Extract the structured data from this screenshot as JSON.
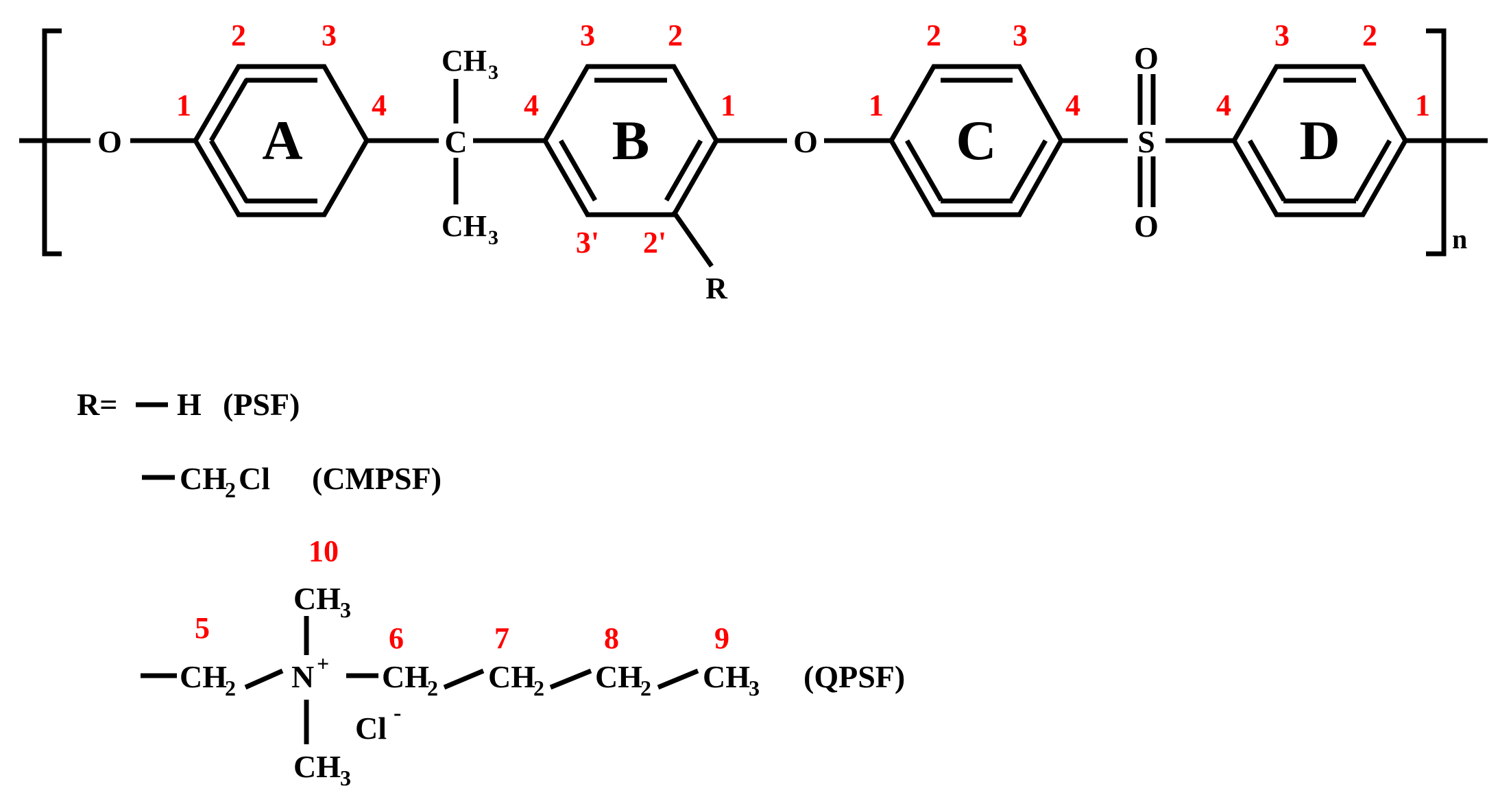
{
  "colors": {
    "bond": "#000000",
    "atom_text": "#000000",
    "position_number": "#ff0000",
    "background": "#ffffff"
  },
  "repeat_unit": {
    "subscript_n": "n",
    "rings": {
      "A": "A",
      "B": "B",
      "C": "C",
      "D": "D"
    },
    "atoms": {
      "o_left": "O",
      "c_quaternary": "C",
      "ch3_top": "CH",
      "ch3_top_sub": "3",
      "ch3_bottom": "CH",
      "ch3_bottom_sub": "3",
      "o_bridge": "O",
      "s_sulfonyl": "S",
      "o_sulfonyl_top": "O",
      "o_sulfonyl_bottom": "O",
      "r_substituent": "R"
    },
    "positions": {
      "a1": "1",
      "a2": "2",
      "a3": "3",
      "a4": "4",
      "b4": "4",
      "b3": "3",
      "b2": "2",
      "b1": "1",
      "b3p": "3'",
      "b2p": "2'",
      "c1": "1",
      "c2": "2",
      "c3": "3",
      "c4": "4",
      "d4": "4",
      "d3": "3",
      "d2": "2",
      "d1": "1"
    }
  },
  "substituents": {
    "r_def_prefix": "R=",
    "psf_atom": "H",
    "psf_label": "(PSF)",
    "cmpsf_ch": "CH",
    "cmpsf_sub": "2",
    "cmpsf_cl": "Cl",
    "cmpsf_label": "(CMPSF)",
    "qpsf": {
      "ch2_a": "CH",
      "ch2_a_sub": "2",
      "n": "N",
      "n_charge": "+",
      "ch3_top": "CH",
      "ch3_top_sub": "3",
      "ch3_bottom": "CH",
      "ch3_bottom_sub": "3",
      "cl": "Cl",
      "cl_charge": "-",
      "ch2_b": "CH",
      "ch2_b_sub": "2",
      "ch2_c": "CH",
      "ch2_c_sub": "2",
      "ch2_d": "CH",
      "ch2_d_sub": "2",
      "ch3_end": "CH",
      "ch3_end_sub": "3",
      "label": "(QPSF)",
      "positions": {
        "p5": "5",
        "p6": "6",
        "p7": "7",
        "p8": "8",
        "p9": "9",
        "p10": "10"
      }
    }
  }
}
